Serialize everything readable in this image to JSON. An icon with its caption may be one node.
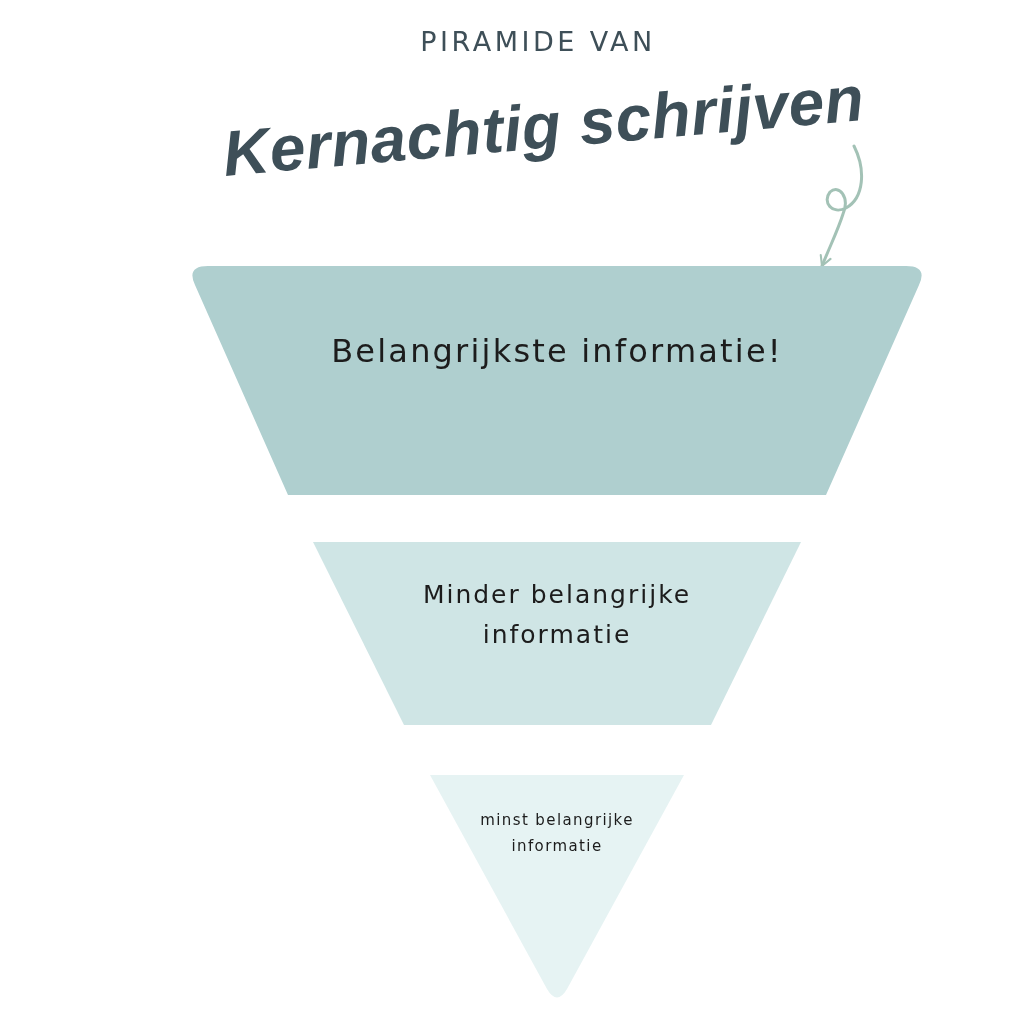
{
  "diagram": {
    "nodes": [
      {
        "text": [
          "PIRAMIDE VAN",
          "Kernachtig schrijven"
        ]
      },
      {
        "text": [
          "Belangrijkste informatie!"
        ]
      },
      {
        "text": [
          "Minder belangrijke informatie"
        ]
      },
      {
        "text": [
          "minst belangrijke informatie"
        ]
      }
    ],
    "edges": [
      {
        "from": 0,
        "to": 1,
        "arrow": "to"
      }
    ]
  }
}
